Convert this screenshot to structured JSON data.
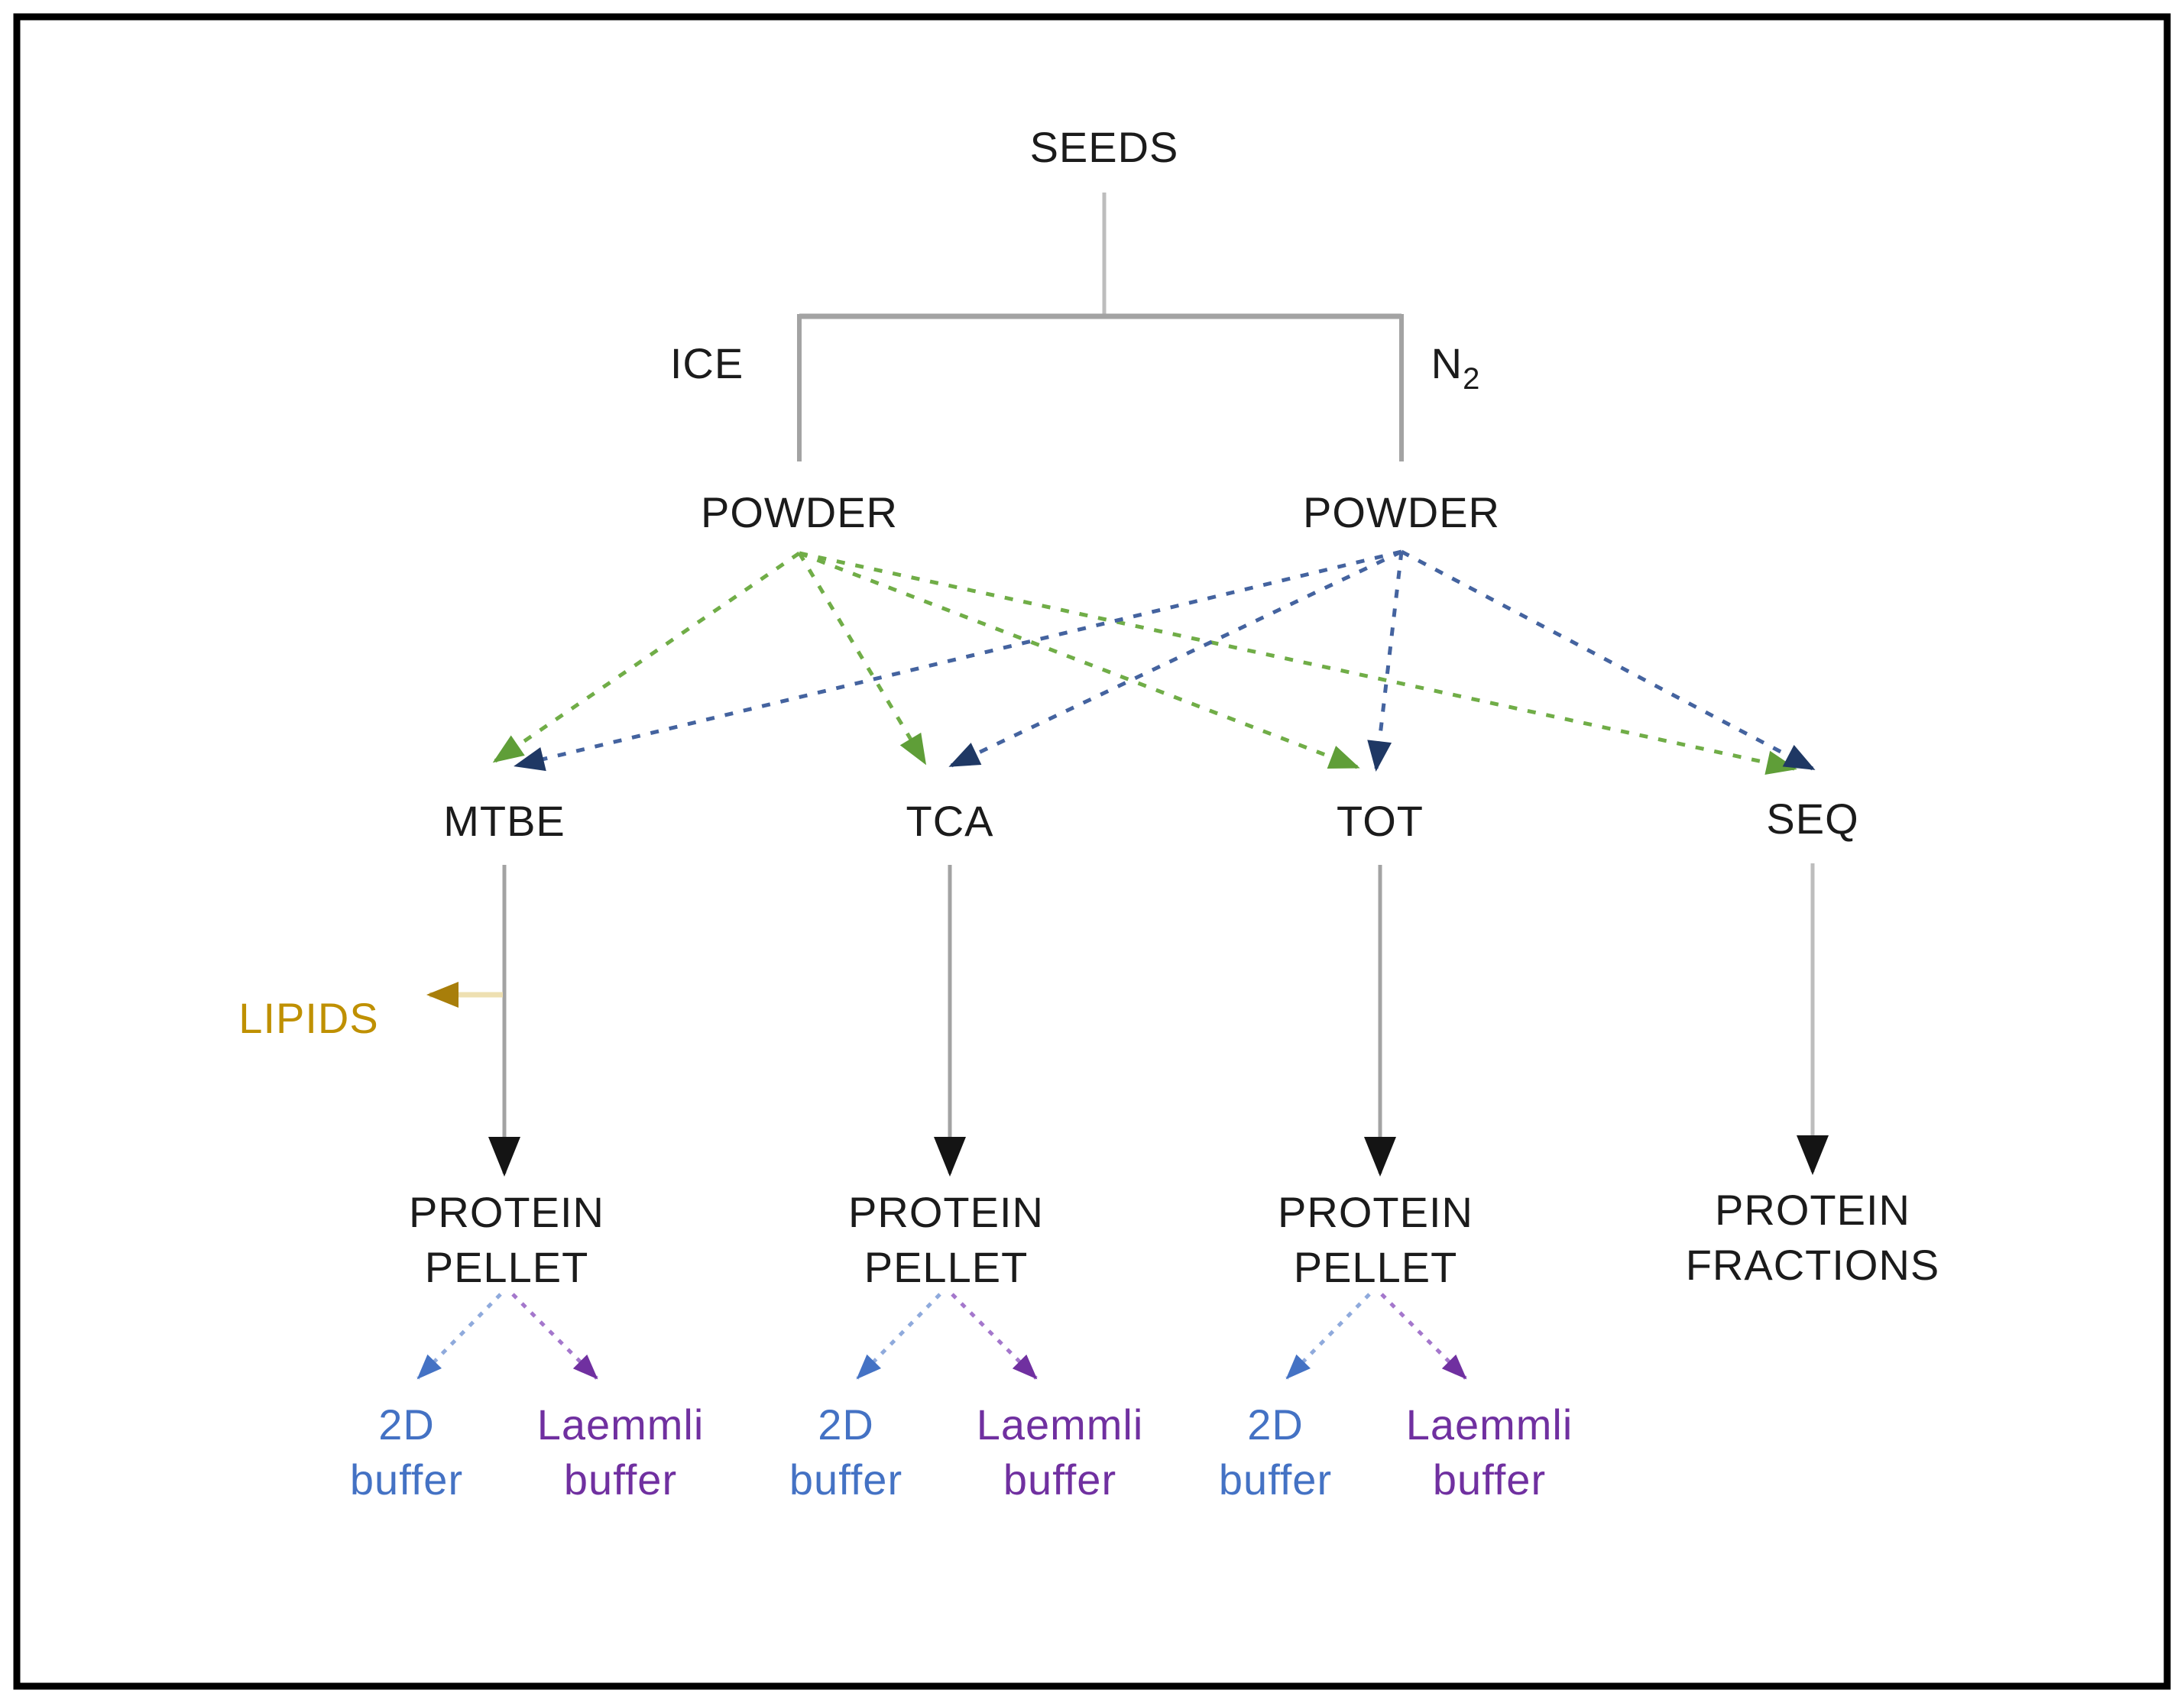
{
  "colors": {
    "text": "#1b1b1b",
    "frame": "#000000",
    "gray_line": "#a3a3a3",
    "gray_line_light": "#bdbdbd",
    "black_head": "#141414",
    "green": "#70ad47",
    "green_head": "#5f9e38",
    "navy": "#44639f",
    "navy_head": "#1f3864",
    "gold": "#bf9000",
    "gold_head": "#a87e0a",
    "gold_line": "#eee0b2",
    "blue": "#4472c4",
    "blue_line": "#8faadc",
    "purple": "#7030a0",
    "purple_line": "#a477cc"
  },
  "labels": {
    "seeds": "SEEDS",
    "ice": "ICE",
    "n2_base": "N",
    "n2_sub": "2",
    "powder_left": "POWDER",
    "powder_right": "POWDER",
    "lipids": "LIPIDS"
  },
  "extractions": [
    {
      "label": "MTBE"
    },
    {
      "label": "TCA"
    },
    {
      "label": "TOT"
    },
    {
      "label": "SEQ"
    }
  ],
  "pellets": [
    {
      "line1": "PROTEIN",
      "line2": "PELLET",
      "left_child": {
        "line1": "2D",
        "line2": "buffer"
      },
      "right_child": {
        "line1": "Laemmli",
        "line2": "buffer"
      }
    },
    {
      "line1": "PROTEIN",
      "line2": "PELLET",
      "left_child": {
        "line1": "2D",
        "line2": "buffer"
      },
      "right_child": {
        "line1": "Laemmli",
        "line2": "buffer"
      }
    },
    {
      "line1": "PROTEIN",
      "line2": "PELLET",
      "left_child": {
        "line1": "2D",
        "line2": "buffer"
      },
      "right_child": {
        "line1": "Laemmli",
        "line2": "buffer"
      }
    }
  ],
  "fractions": {
    "line1": "PROTEIN",
    "line2": "FRACTIONS"
  }
}
